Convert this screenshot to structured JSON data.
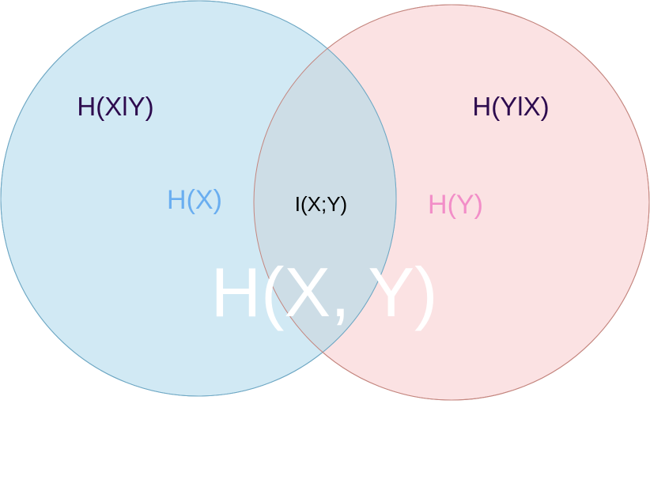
{
  "colors": {
    "x_fill": "#d1e9f4",
    "x_stroke": "#6fa8c4",
    "y_fill": "#fbe2e3",
    "y_stroke": "#c4867f",
    "overlap_fill": "#cddde6",
    "conditional_text": "#2d0b4e",
    "hx_text": "#6aaef0",
    "hy_text": "#f28ec8",
    "mutual_text": "#000000",
    "joint_text": "#ffffff"
  },
  "labels": {
    "h_x_given_y": "H(XlY)",
    "h_y_given_x": "H(YlX)",
    "h_x": "H(X)",
    "h_y": "H(Y)",
    "mutual_info": "I(X;Y)",
    "joint_entropy": "H(X, Y)"
  }
}
